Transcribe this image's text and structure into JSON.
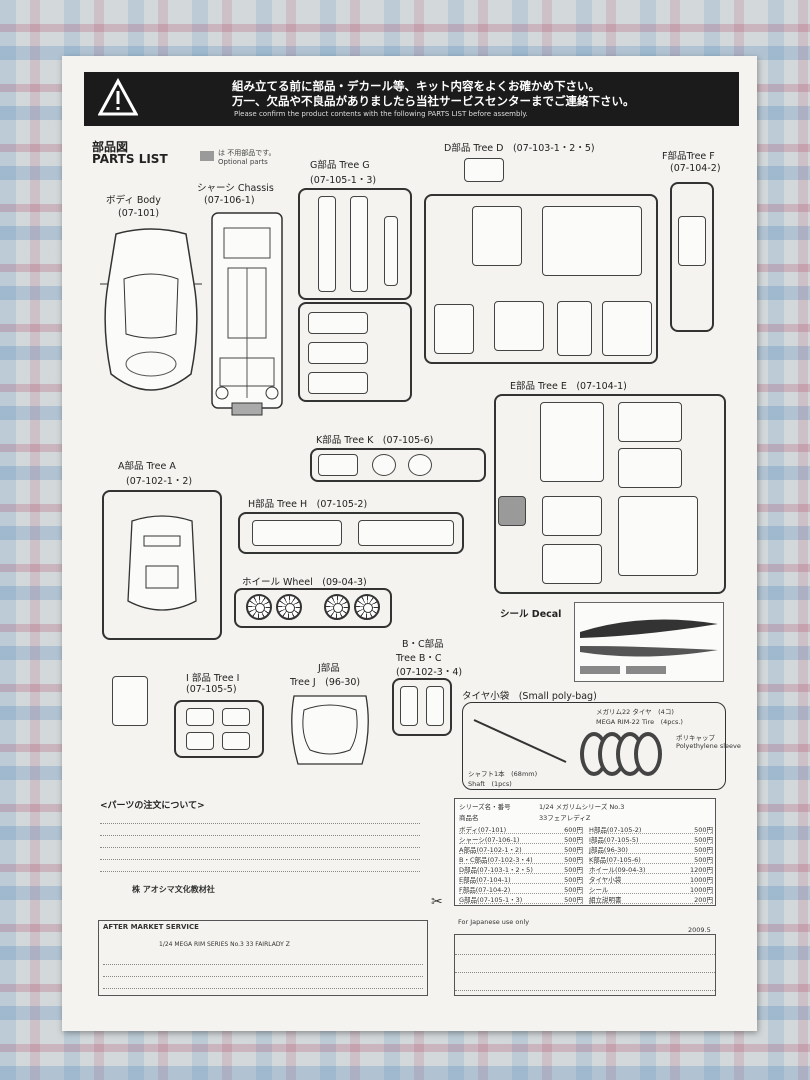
{
  "header": {
    "warning_ja_1": "組み立てる前に部品・デカール等、キット内容をよくお確かめ下さい。",
    "warning_ja_2": "万一、欠品や不良品がありましたら当社サービスセンターまでご連絡下さい。",
    "warning_en": "Please confirm the product contents with the following PARTS LIST before assembly."
  },
  "parts_list": {
    "title_ja": "部品図",
    "title_en": "PARTS LIST",
    "optional_ja": "は 不用部品です。",
    "optional_en": "Optional parts"
  },
  "labels": {
    "body": "ボディ Body",
    "body_code": "(07-101)",
    "chassis": "シャーシ Chassis",
    "chassis_code": "(07-106-1)",
    "tree_g": "G部品 Tree G",
    "tree_g_code": "(07-105-1・3)",
    "tree_d": "D部品 Tree D　(07-103-1・2・5)",
    "tree_f": "F部品Tree F",
    "tree_f_code": "(07-104-2)",
    "tree_e": "E部品 Tree E　(07-104-1)",
    "tree_k": "K部品 Tree K　(07-105-6)",
    "tree_a": "A部品 Tree A",
    "tree_a_code": "(07-102-1・2)",
    "tree_h": "H部品 Tree H　(07-105-2)",
    "wheel": "ホイール Wheel　(09-04-3)",
    "decal": "シール Decal",
    "tree_bc_1": "B・C部品",
    "tree_bc_2": "Tree B・C",
    "tree_bc_code": "(07-102-3・4)",
    "tree_i": "I 部品 Tree I",
    "tree_i_code": "(07-105-5)",
    "tree_j_1": "J部品",
    "tree_j_2": "Tree J　(96-30)",
    "polybag": "タイヤ小袋　(Small poly-bag)",
    "tire_ja": "メガリム22 タイヤ　(4コ)",
    "tire_en": "MEGA RIM-22 Tire　(4pcs.)",
    "cap_ja": "ポリキャップ",
    "cap_en": "Polyethylene sleeve",
    "shaft_ja": "シャフト1本　(68mm)",
    "shaft_en": "Shaft　(1pcs)"
  },
  "order": {
    "heading": "<パーツの注文について>",
    "company": "株 アオシマ文化教材社",
    "service_heading": "AFTER MARKET SERVICE",
    "model": "1/24 MEGA RIM SERIES No.3 33 FAIRLADY Z"
  },
  "price_table": {
    "series_label": "シリーズ名・番号",
    "series_value": "1/24 メガリムシリーズ No.3",
    "product_label": "商品名",
    "product_value": "33フェアレディZ",
    "left": [
      {
        "item": "ボディ(07-101)",
        "price": "600円"
      },
      {
        "item": "シャーシ(07-106-1)",
        "price": "500円"
      },
      {
        "item": "A部品(07-102-1・2)",
        "price": "500円"
      },
      {
        "item": "B・C部品(07-102-3・4)",
        "price": "500円"
      },
      {
        "item": "D部品(07-103-1・2・5)",
        "price": "500円"
      },
      {
        "item": "E部品(07-104-1)",
        "price": "500円"
      },
      {
        "item": "F部品(07-104-2)",
        "price": "500円"
      },
      {
        "item": "G部品(07-105-1・3)",
        "price": "500円"
      }
    ],
    "right": [
      {
        "item": "H部品(07-105-2)",
        "price": "500円"
      },
      {
        "item": "I部品(07-105-5)",
        "price": "500円"
      },
      {
        "item": "J部品(96-30)",
        "price": "500円"
      },
      {
        "item": "K部品(07-105-6)",
        "price": "500円"
      },
      {
        "item": "ホイール(09-04-3)",
        "price": "1200円"
      },
      {
        "item": "タイヤ小袋",
        "price": "1000円"
      },
      {
        "item": "シール",
        "price": "1000円"
      },
      {
        "item": "組立説明書",
        "price": "200円"
      }
    ],
    "japanese_use": "For Japanese use only",
    "date": "2009.5"
  }
}
